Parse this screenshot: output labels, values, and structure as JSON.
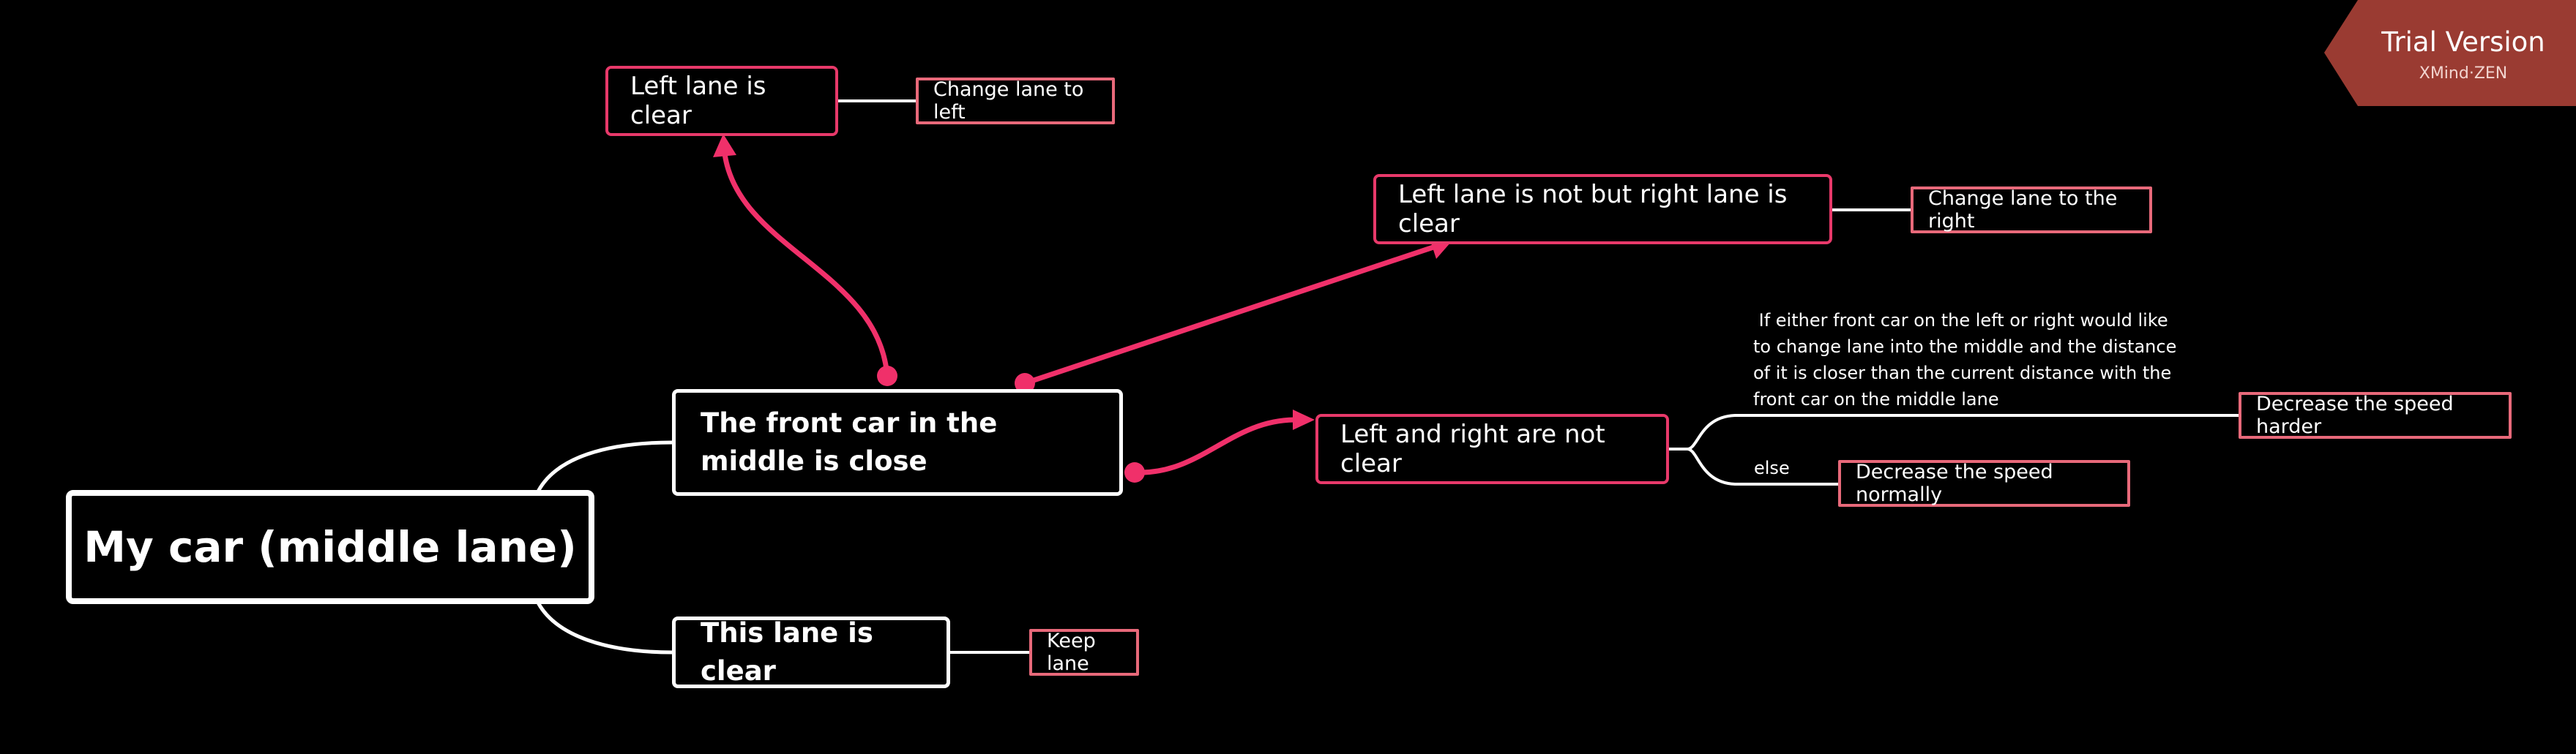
{
  "diagram": {
    "root": {
      "label": "My car (middle lane)"
    },
    "topics": {
      "front_car": {
        "label": "The front car in the middle is close"
      },
      "this_lane_clear": {
        "label": "This lane is clear"
      },
      "left_lane_clear": {
        "label": "Left lane is clear"
      },
      "right_lane_clear": {
        "label": "Left lane is not but right lane is clear"
      },
      "not_clear": {
        "label": "Left and right are not clear"
      }
    },
    "actions": {
      "change_left": {
        "label": "Change lane to left"
      },
      "change_right": {
        "label": "Change lane to the right"
      },
      "keep_lane": {
        "label": "Keep lane"
      },
      "decrease_harder": {
        "label": "Decrease the speed harder"
      },
      "decrease_normally": {
        "label": "Decrease the speed normally"
      }
    },
    "conditions": {
      "either_merge": {
        "lines": [
          " If either front car on the left or right would like",
          "to change lane into the middle and the distance",
          "of it is closer than the current distance with the",
          "front car on the middle lane"
        ]
      },
      "else": {
        "label": "else"
      }
    }
  },
  "watermark": {
    "title": "Trial Version",
    "subtitle": "XMind·ZEN"
  },
  "colors": {
    "background": "#000000",
    "white": "#ffffff",
    "relationship": "#f0306a",
    "action_border": "#e8697a",
    "watermark": "#9a3b32"
  }
}
